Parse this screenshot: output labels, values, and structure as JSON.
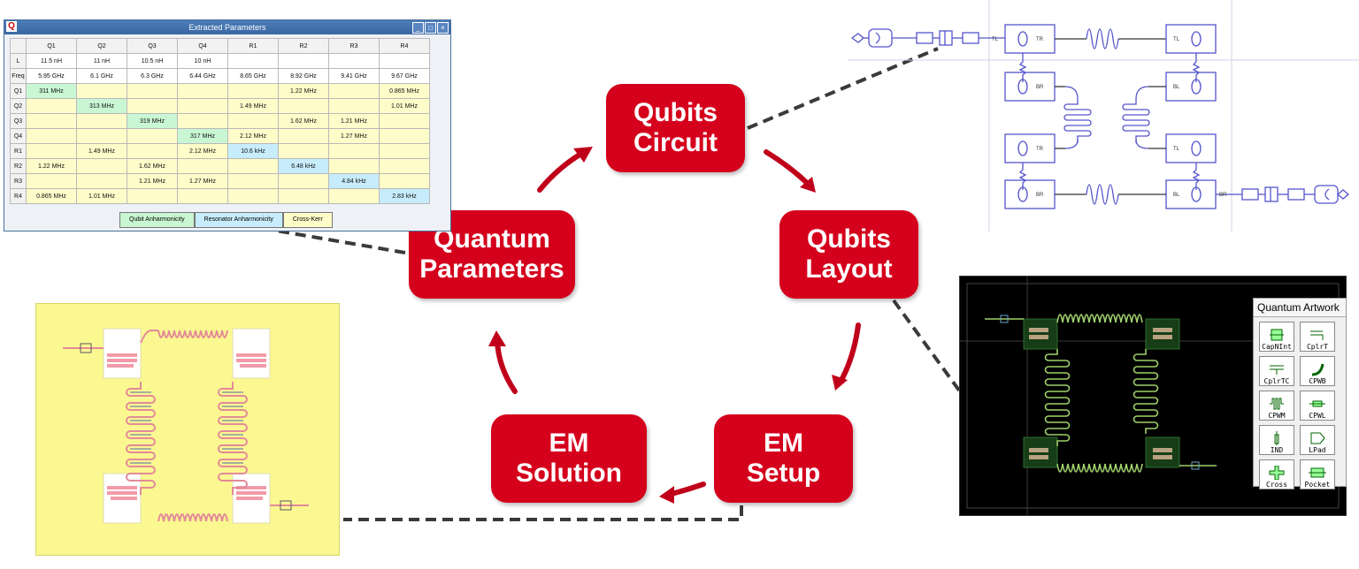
{
  "steps": {
    "qubits_circuit": [
      "Qubits",
      "Circuit"
    ],
    "qubits_layout": [
      "Qubits",
      "Layout"
    ],
    "em_setup": [
      "EM",
      "Setup"
    ],
    "em_solution": [
      "EM",
      "Solution"
    ],
    "quantum_parameters": [
      "Quantum",
      "Parameters"
    ]
  },
  "params_window": {
    "title": "Extracted Parameters",
    "logo": "Q",
    "columns": [
      "",
      "Q1",
      "Q2",
      "Q3",
      "Q4",
      "R1",
      "R2",
      "R3",
      "R4"
    ],
    "rows": [
      [
        "L",
        "11.5 nH",
        "11 nH",
        "10.5 nH",
        "10 nH",
        "",
        "",
        "",
        ""
      ],
      [
        "Freq",
        "5.95 GHz",
        "6.1 GHz",
        "6.3 GHz",
        "6.44 GHz",
        "8.65 GHz",
        "8.92 GHz",
        "9.41 GHz",
        "9.67 GHz"
      ],
      [
        "Q1",
        "311 MHz",
        "",
        "",
        "",
        "",
        "1.22 MHz",
        "",
        "0.865 MHz"
      ],
      [
        "Q2",
        "",
        "313 MHz",
        "",
        "",
        "1.49 MHz",
        "",
        "",
        "1.01 MHz"
      ],
      [
        "Q3",
        "",
        "",
        "319 MHz",
        "",
        "",
        "1.62 MHz",
        "1.21 MHz",
        ""
      ],
      [
        "Q4",
        "",
        "",
        "",
        "317 MHz",
        "2.12 MHz",
        "",
        "1.27 MHz",
        ""
      ],
      [
        "R1",
        "",
        "1.49 MHz",
        "",
        "2.12 MHz",
        "10.6 kHz",
        "",
        "",
        ""
      ],
      [
        "R2",
        "1.22 MHz",
        "",
        "1.62 MHz",
        "",
        "",
        "6.48 kHz",
        "",
        ""
      ],
      [
        "R3",
        "",
        "",
        "1.21 MHz",
        "1.27 MHz",
        "",
        "",
        "4.84 kHz",
        ""
      ],
      [
        "R4",
        "0.865 MHz",
        "1.01 MHz",
        "",
        "",
        "",
        "",
        "",
        "2.83 kHz"
      ]
    ],
    "legend": [
      "Qubit Anharmonicity",
      "Resonator Anharmonicity",
      "Cross-Kerr"
    ]
  },
  "schematic_labels": [
    "TL",
    "TR",
    "TL",
    "BR",
    "BL",
    "TR",
    "TL",
    "BR",
    "BL",
    "BR"
  ],
  "artwork_palette": {
    "title": "Quantum Artwork",
    "items": [
      "CapNInt",
      "CplrT",
      "CplrTC",
      "CPWB",
      "CPWM",
      "CPWL",
      "IND",
      "LPad",
      "Cross",
      "Pocket"
    ]
  },
  "colors": {
    "step_red": "#d5001c",
    "qubit_green": "#c9f6d3",
    "resonator_blue": "#c7ecfb",
    "crosskerr_yellow": "#fefcc9"
  }
}
